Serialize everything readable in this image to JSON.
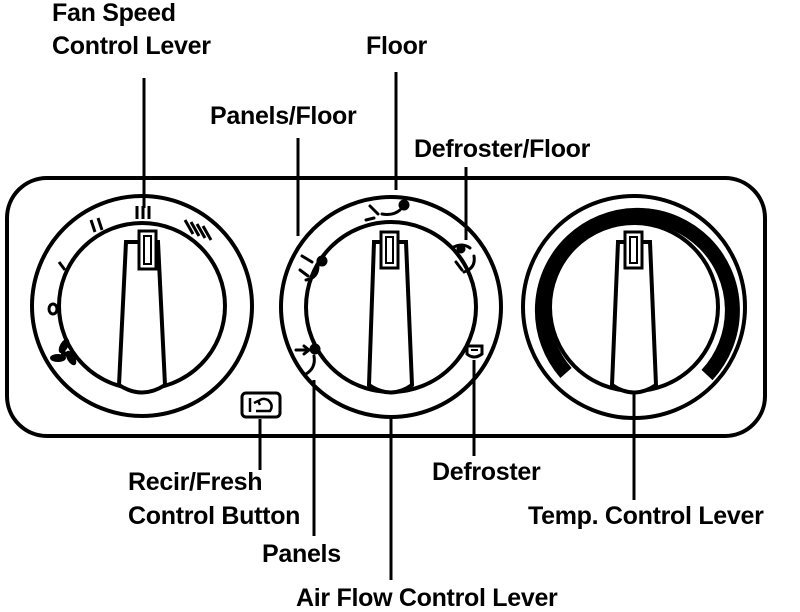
{
  "colors": {
    "ink": "#000000",
    "paper": "#ffffff",
    "gray": "#bfbfbf"
  },
  "icons": {
    "fan": "fan-icon",
    "panels": "panels-vent-icon",
    "panels_floor": "panels-floor-icon",
    "floor": "floor-icon",
    "defroster_floor": "defroster-floor-icon",
    "defroster": "defroster-icon",
    "recirculation": "recirculation-icon"
  },
  "fan_scale": {
    "off": "O",
    "s1": "I",
    "s2": "II",
    "s3": "III",
    "s4": "IIII"
  },
  "labels": {
    "fan_speed_line1": "Fan Speed",
    "fan_speed_line2": "Control Lever",
    "floor": "Floor",
    "panels_floor": "Panels/Floor",
    "defroster_floor": "Defroster/Floor",
    "recir_line1": "Recir/Fresh",
    "recir_line2": "Control Button",
    "defroster": "Defroster",
    "temp": "Temp. Control Lever",
    "panels": "Panels",
    "air_flow": "Air Flow Control Lever"
  }
}
